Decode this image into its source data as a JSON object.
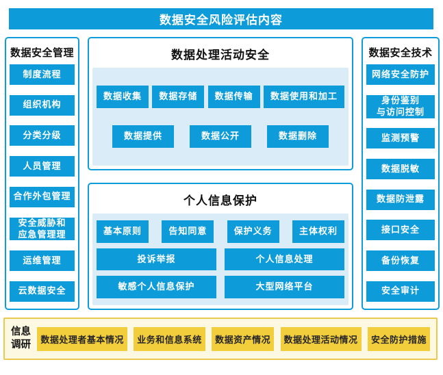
{
  "title": "数据安全风险评估内容",
  "left_panel": {
    "title": "数据安全管理",
    "items": [
      "制度流程",
      "组织机构",
      "分类分级",
      "人员管理",
      "合作外包管理",
      "安全威胁和\n应急管理理",
      "运维管理",
      "云数据安全"
    ]
  },
  "center_top": {
    "title": "数据处理活动安全",
    "row1": [
      "数据收集",
      "数据存储",
      "数据传输",
      "数据使用和加工"
    ],
    "row2": [
      "数据提供",
      "数据公开",
      "数据删除"
    ]
  },
  "center_bottom": {
    "title": "个人信息保护",
    "row1": [
      "基本原则",
      "告知同意",
      "保护义务",
      "主体权利"
    ],
    "row2": [
      "投诉举报",
      "个人信息处理"
    ],
    "row3": [
      "敏感个人信息保护",
      "大型网络平台"
    ]
  },
  "right_panel": {
    "title": "数据安全技术",
    "items": [
      "网络安全防护",
      "身份鉴别\n与访问控制",
      "监测预警",
      "数据脱敏",
      "数据防泄露",
      "接口安全",
      "备份恢复",
      "安全审计"
    ]
  },
  "survey_panel": {
    "label": "信息\n调研",
    "items": [
      "数据处理者基本情况",
      "业务和信息系统",
      "数据资产情况",
      "数据处理活动情况",
      "安全防护措施"
    ]
  },
  "colors": {
    "primary_blue": "#0d9cd9",
    "panel_light_blue": "#d9ecf7",
    "survey_background": "#fdf8e1",
    "survey_border": "#eac94e",
    "survey_button_yellow": "#f2cd3c",
    "text_dark": "#111111",
    "text_white": "#ffffff"
  }
}
